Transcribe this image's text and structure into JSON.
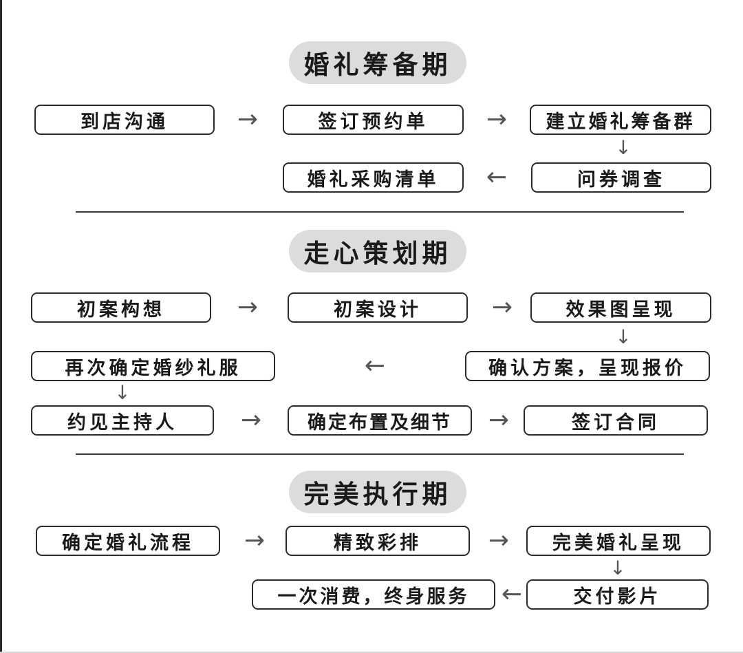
{
  "sections": [
    {
      "title": "婚礼筹备期",
      "boxes": [
        "到店沟通",
        "签订预约单",
        "建立婚礼筹备群",
        "问券调查",
        "婚礼采购清单"
      ]
    },
    {
      "title": "走心策划期",
      "boxes": [
        "初案构想",
        "初案设计",
        "效果图呈现",
        "确认方案，呈现报价",
        "再次确定婚纱礼服",
        "约见主持人",
        "确定布置及细节",
        "签订合同"
      ]
    },
    {
      "title": "完美执行期",
      "boxes": [
        "确定婚礼流程",
        "精致彩排",
        "完美婚礼呈现",
        "交付影片",
        "一次消费，终身服务"
      ]
    }
  ],
  "arrows": {
    "right": "→",
    "left": "←",
    "down": "↓"
  }
}
